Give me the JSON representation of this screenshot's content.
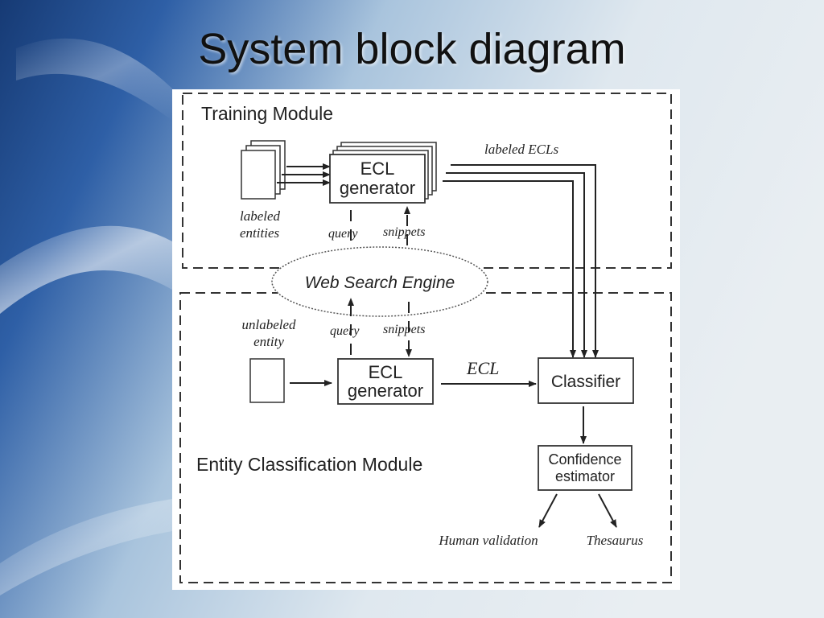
{
  "slide": {
    "title": "System block diagram"
  },
  "diagram": {
    "training_module": {
      "label": "Training Module",
      "input_label_line1": "labeled",
      "input_label_line2": "entities",
      "generator_line1": "ECL",
      "generator_line2": "generator",
      "query_label": "query",
      "snippets_label": "snippets",
      "output_label": "labeled ECLs"
    },
    "web_search_engine": {
      "label": "Web Search Engine"
    },
    "classification_module": {
      "label": "Entity Classification Module",
      "input_label_line1": "unlabeled",
      "input_label_line2": "entity",
      "query_label": "query",
      "snippets_label": "snippets",
      "generator_line1": "ECL",
      "generator_line2": "generator",
      "ecl_label": "ECL",
      "classifier_label": "Classifier",
      "confidence_line1": "Confidence",
      "confidence_line2": "estimator",
      "output_human": "Human validation",
      "output_thesaurus": "Thesaurus"
    }
  },
  "colors": {
    "line": "#222222",
    "card": "#ffffff"
  }
}
